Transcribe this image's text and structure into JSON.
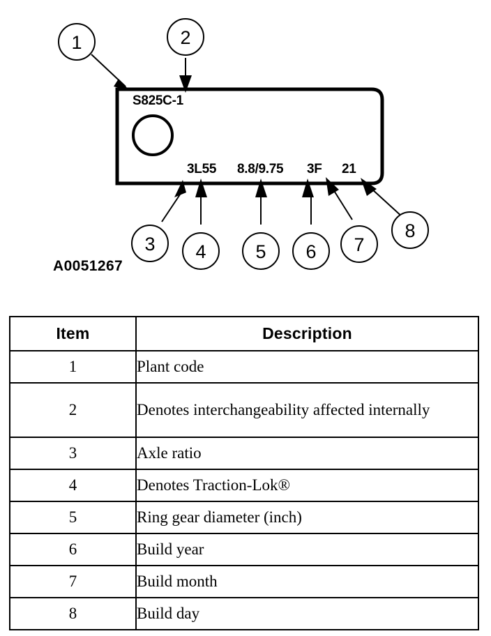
{
  "figure": {
    "figure_id": "A0051267",
    "tag_codes": {
      "plant_code": "S825C-1",
      "axle_ratio": "3L55",
      "ring_gear": "8.8/9.75",
      "build_year": "3F",
      "build_day": "21"
    },
    "callouts": [
      {
        "number": "1"
      },
      {
        "number": "2"
      },
      {
        "number": "3"
      },
      {
        "number": "4"
      },
      {
        "number": "5"
      },
      {
        "number": "6"
      },
      {
        "number": "7"
      },
      {
        "number": "8"
      }
    ]
  },
  "legend": {
    "headers": {
      "item": "Item",
      "description": "Description"
    },
    "rows": [
      {
        "item": "1",
        "description": "Plant code"
      },
      {
        "item": "2",
        "description": "Denotes interchangeability affected internally"
      },
      {
        "item": "3",
        "description": "Axle ratio"
      },
      {
        "item": "4",
        "description": "Denotes Traction-Lok®"
      },
      {
        "item": "5",
        "description": "Ring gear diameter (inch)"
      },
      {
        "item": "6",
        "description": "Build year"
      },
      {
        "item": "7",
        "description": "Build month"
      },
      {
        "item": "8",
        "description": "Build day"
      }
    ]
  },
  "colors": {
    "ink": "#000000",
    "paper": "#ffffff"
  }
}
